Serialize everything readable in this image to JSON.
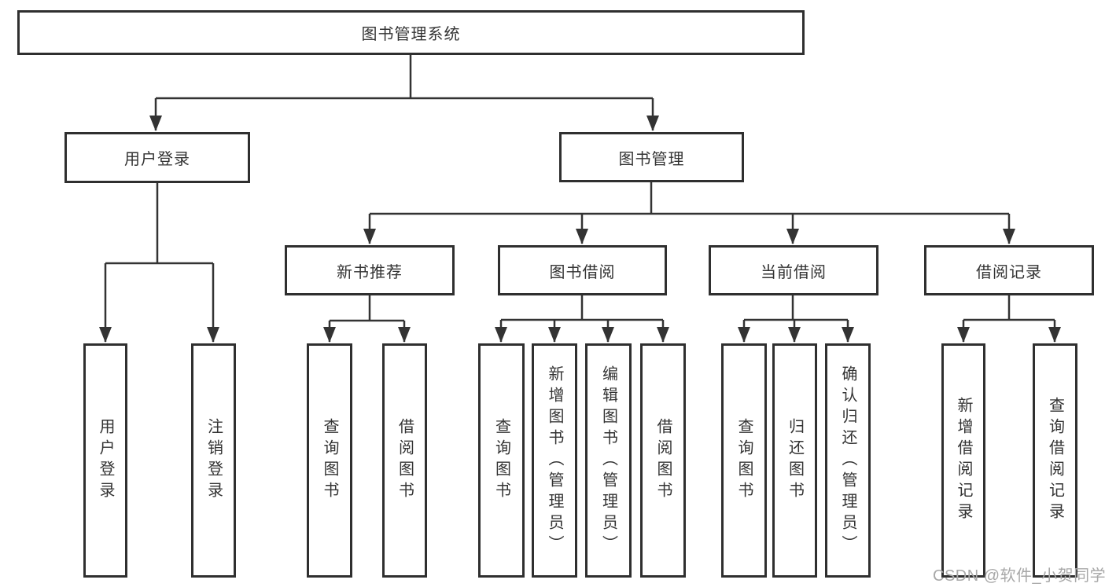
{
  "diagram": {
    "type": "hierarchy-tree",
    "watermark": "CSDN @软件_小贺同学",
    "colors": {
      "line": "#333333",
      "box_border": "#2f2f2f",
      "box_fill": "#ffffff",
      "text": "#333333",
      "background": "#ffffff",
      "watermark": "#a8a8a8"
    },
    "nodes": {
      "root": {
        "label": "图书管理系统"
      },
      "user_login": {
        "label": "用户登录"
      },
      "book_mgmt": {
        "label": "图书管理"
      },
      "new_book_rec": {
        "label": "新书推荐"
      },
      "book_borrow": {
        "label": "图书借阅"
      },
      "current_borrow": {
        "label": "当前借阅"
      },
      "borrow_record": {
        "label": "借阅记录"
      },
      "ul_login": {
        "label": "用户登录"
      },
      "ul_logout": {
        "label": "注销登录"
      },
      "nb_query": {
        "label": "查询图书"
      },
      "nb_borrow": {
        "label": "借阅图书"
      },
      "bb_query": {
        "label": "查询图书"
      },
      "bb_add": {
        "label": "新增图书（管理员）"
      },
      "bb_edit": {
        "label": "编辑图书（管理员）"
      },
      "bb_borrow": {
        "label": "借阅图书"
      },
      "cb_query": {
        "label": "查询图书"
      },
      "cb_return": {
        "label": "归还图书"
      },
      "cb_confirm": {
        "label": "确认归还（管理员）"
      },
      "br_add": {
        "label": "新增借阅记录"
      },
      "br_query": {
        "label": "查询借阅记录"
      }
    },
    "hierarchy": [
      {
        "parent": "图书管理系统",
        "children": [
          "用户登录",
          "图书管理"
        ]
      },
      {
        "parent": "用户登录",
        "children": [
          "用户登录",
          "注销登录"
        ]
      },
      {
        "parent": "图书管理",
        "children": [
          "新书推荐",
          "图书借阅",
          "当前借阅",
          "借阅记录"
        ]
      },
      {
        "parent": "新书推荐",
        "children": [
          "查询图书",
          "借阅图书"
        ]
      },
      {
        "parent": "图书借阅",
        "children": [
          "查询图书",
          "新增图书（管理员）",
          "编辑图书（管理员）",
          "借阅图书"
        ]
      },
      {
        "parent": "当前借阅",
        "children": [
          "查询图书",
          "归还图书",
          "确认归还（管理员）"
        ]
      },
      {
        "parent": "借阅记录",
        "children": [
          "新增借阅记录",
          "查询借阅记录"
        ]
      }
    ]
  }
}
